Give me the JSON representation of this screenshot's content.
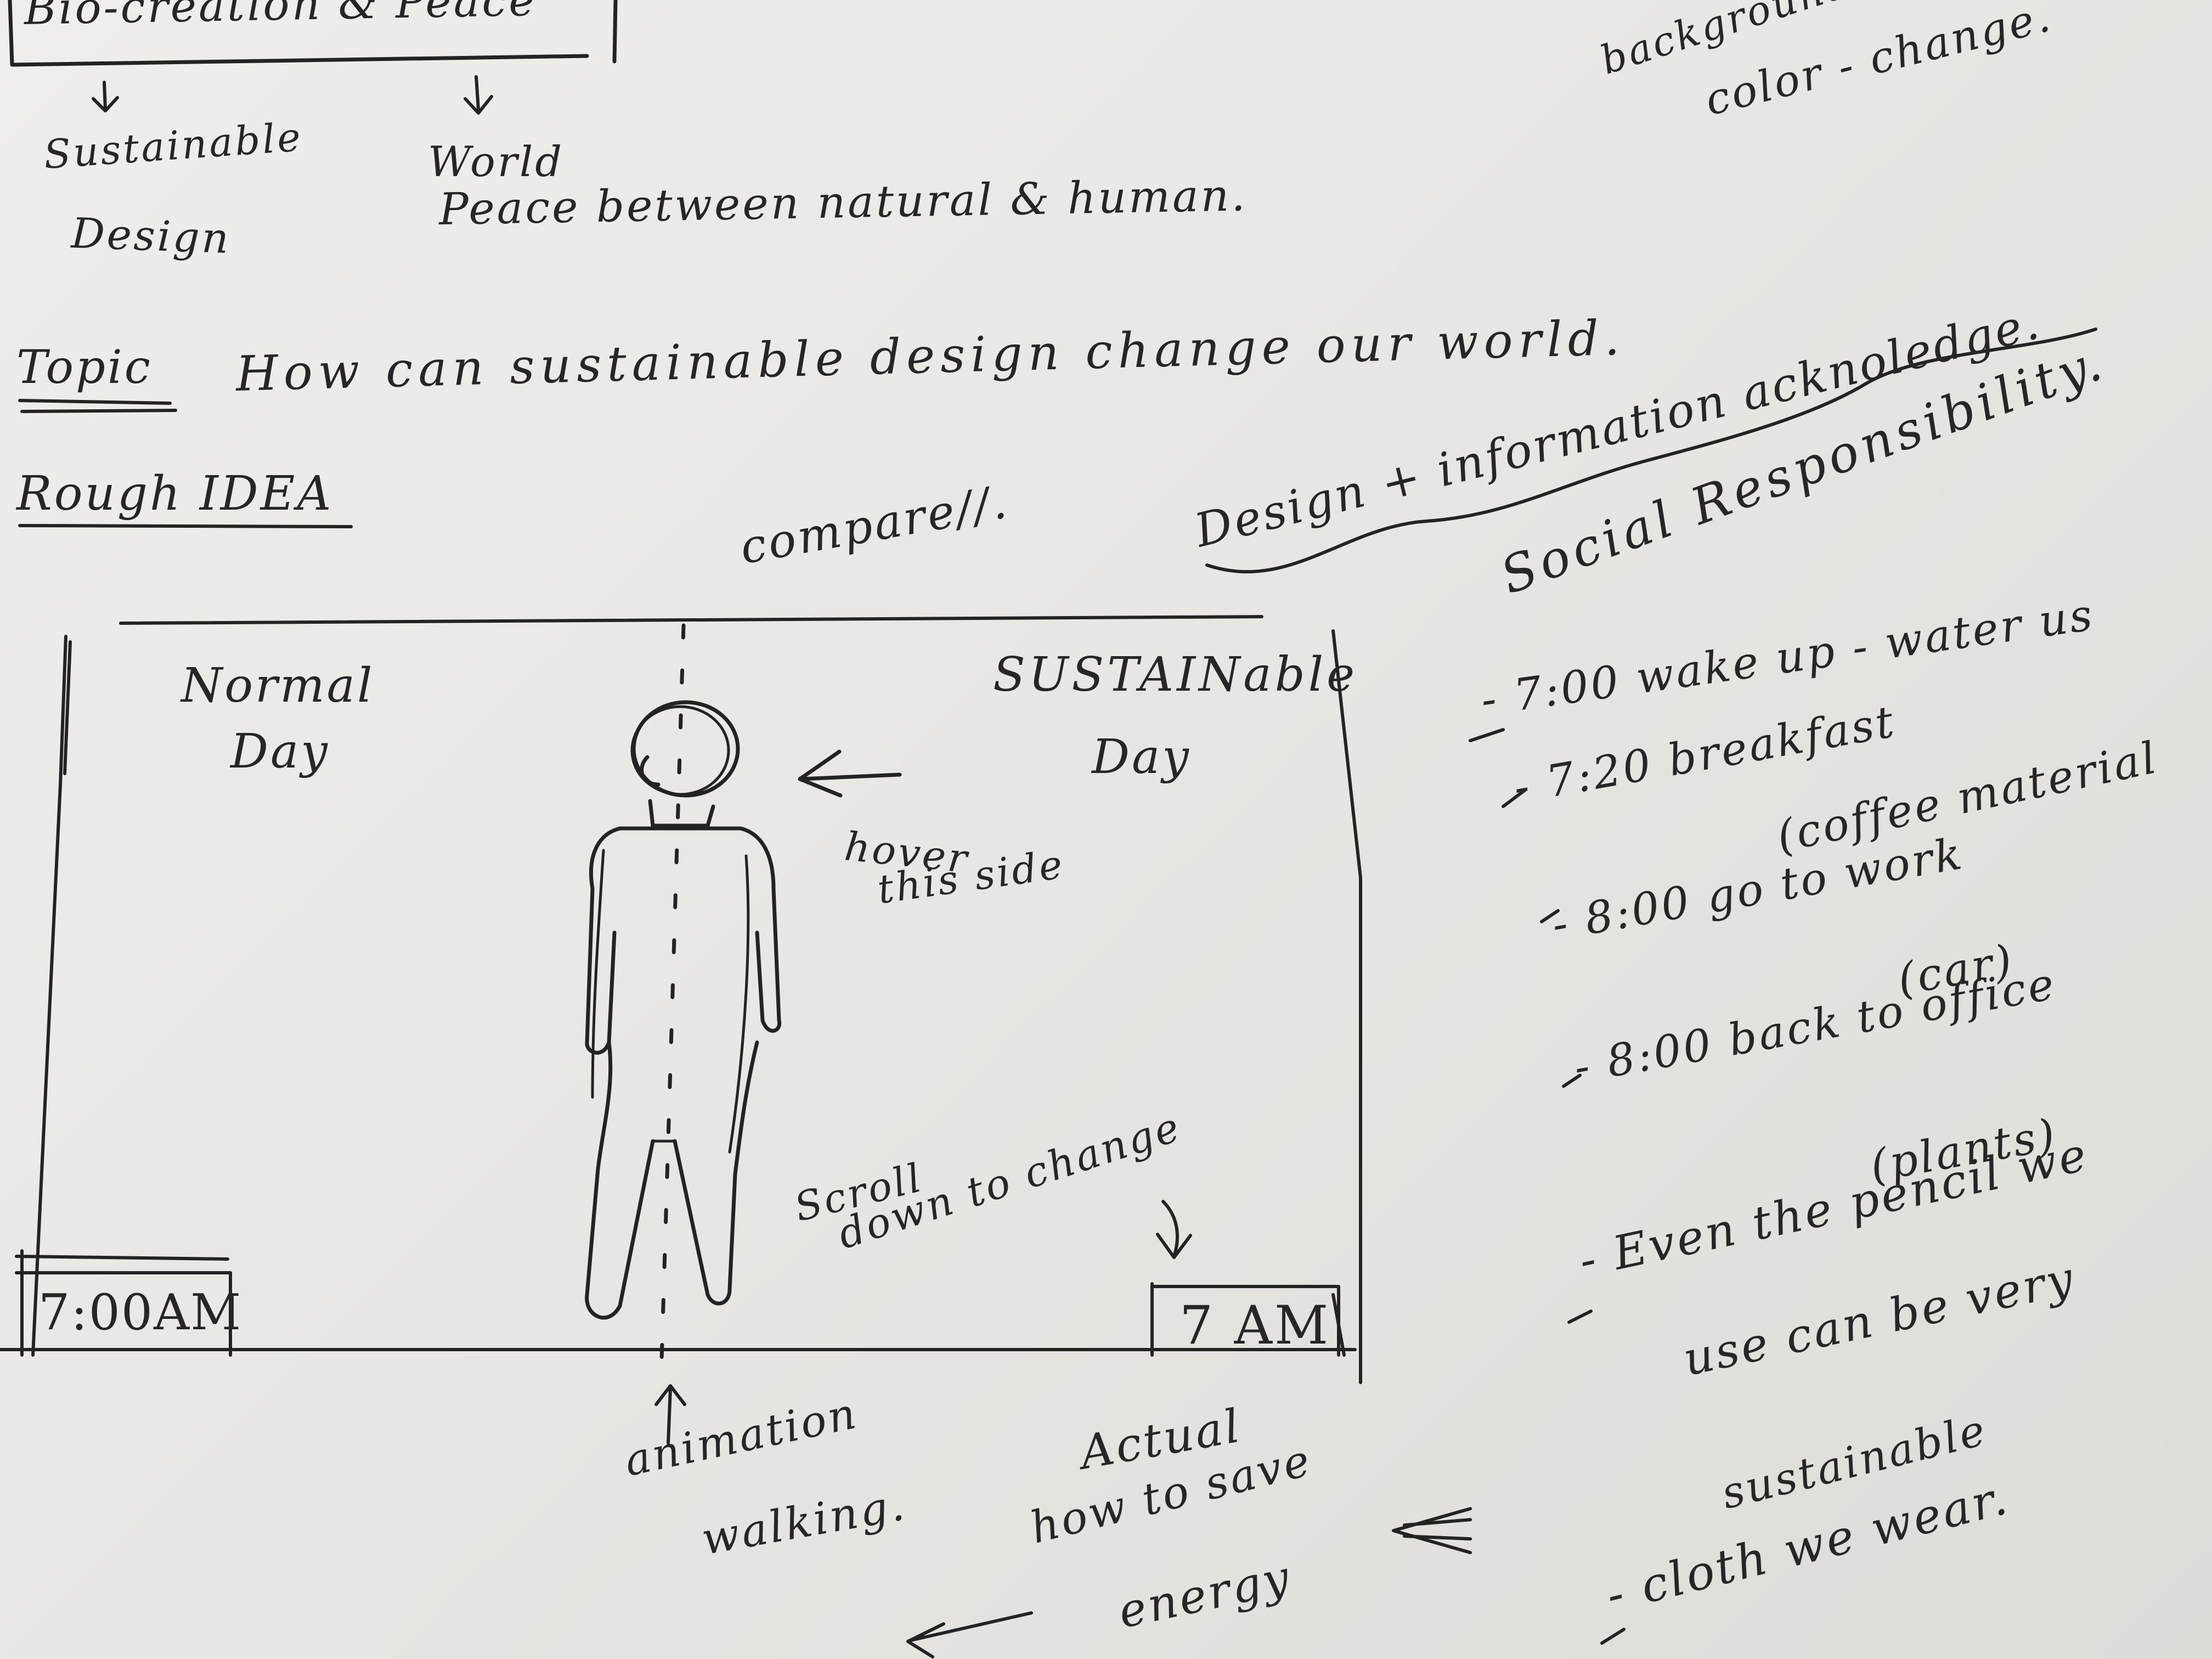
{
  "header": {
    "box_title": "Bio-creation & Peace",
    "left_branch": [
      "Sustainable",
      "Design"
    ],
    "right_branch": [
      "World",
      "Peace between natural & human."
    ]
  },
  "top_right_note": [
    "background",
    "color - change."
  ],
  "topic": {
    "label": "Topic",
    "text": "How can sustainable design change our world."
  },
  "rough_idea": {
    "label": "Rough IDEA"
  },
  "compare": "compare//.",
  "design_info": "Design + information acknoledge.",
  "social": "Social Responsibility.",
  "wireframe": {
    "left_title": [
      "Normal",
      "Day"
    ],
    "right_title": [
      "SUSTAINable",
      "Day"
    ],
    "hover_note": [
      "hover",
      "this side"
    ],
    "scroll_note": [
      "Scroll",
      "down to change"
    ],
    "left_time": "7:00AM",
    "right_time": "7 AM"
  },
  "bottom_notes": {
    "animation": [
      "animation",
      "walking."
    ],
    "actual": [
      "Actual",
      "how to save",
      "energy"
    ]
  },
  "schedule": [
    "- 7:00 wake up - water us",
    "- 7:20 breakfast",
    "(coffee material",
    "- 8:00 go to work",
    "(car)",
    "- 8:00 back to office",
    "(plants)",
    "- Even the pencil we",
    "use can be very",
    "sustainable",
    "- cloth we wear."
  ]
}
